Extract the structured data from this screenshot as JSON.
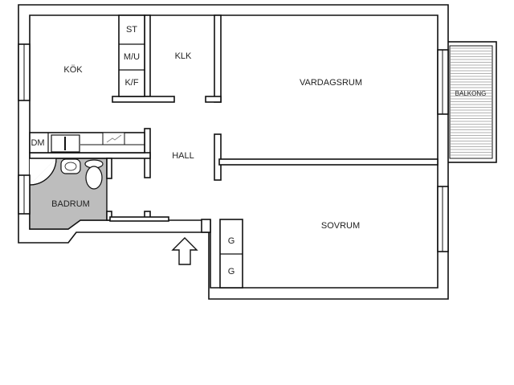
{
  "plan": {
    "rooms": {
      "kitchen": "KÖK",
      "stove": "ST",
      "microwave": "M/U",
      "fridge": "K/F",
      "closet": "KLK",
      "living_room": "VARDAGSRUM",
      "balcony": "BALKONG",
      "dishwasher": "DM",
      "hall": "HALL",
      "bathroom": "BADRUM",
      "bedroom": "SOVRUM",
      "wardrobe_1": "G",
      "wardrobe_2": "G"
    },
    "colors": {
      "wall": "#111111",
      "bathroom_fill": "#bdbdbd",
      "background": "#ffffff"
    }
  }
}
